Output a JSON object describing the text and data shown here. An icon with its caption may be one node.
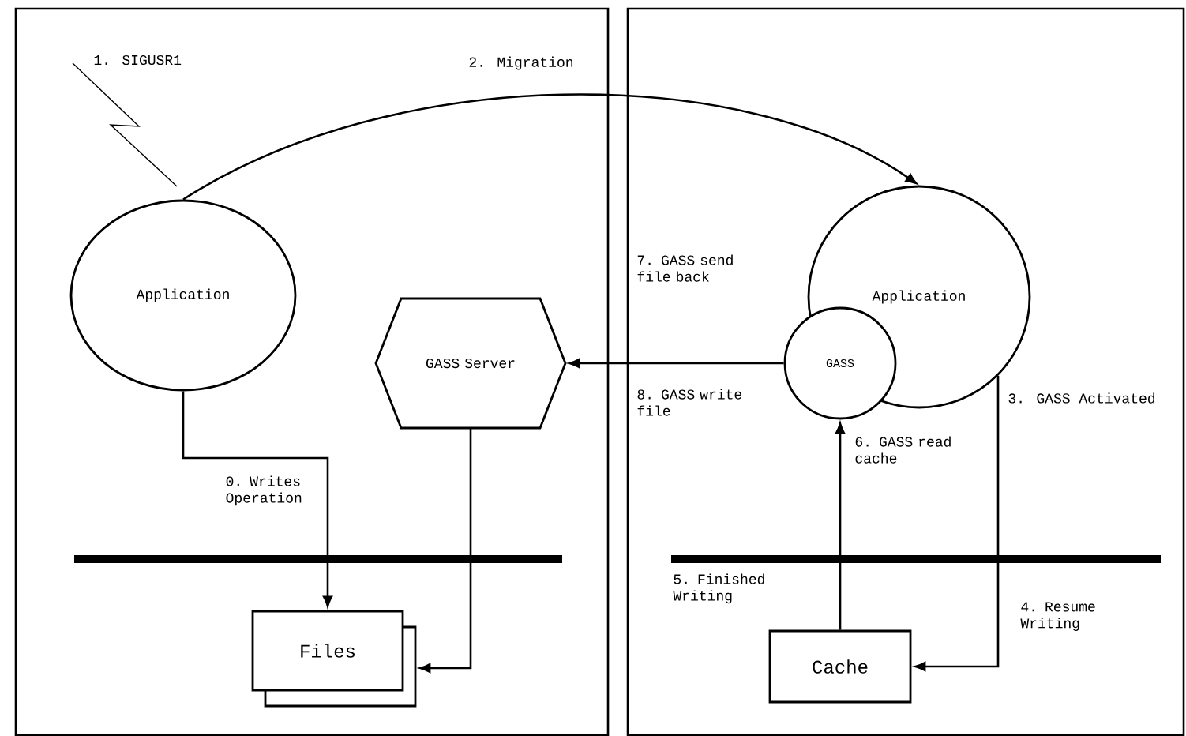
{
  "diagram": {
    "nodes": [
      {
        "text": [],
        "shape": "box"
      },
      {
        "text": [],
        "shape": "box"
      },
      {
        "text": [
          "Application"
        ],
        "in": 0
      },
      {
        "text": [
          "GASS Server"
        ],
        "in": 0
      },
      {
        "text": [
          "Files"
        ],
        "in": 0
      },
      {
        "text": [
          "Application"
        ],
        "in": 1
      },
      {
        "text": [
          "GASS"
        ],
        "in": 1
      },
      {
        "text": [
          "Cache"
        ],
        "in": 1
      }
    ],
    "edges": [
      {
        "from": 2,
        "to": 5,
        "arrow": "to",
        "label": "2. Migration"
      },
      {
        "from": 2,
        "to": 4,
        "arrow": "to",
        "label": "0. Writes Operation"
      },
      {
        "from": 6,
        "to": 3,
        "arrow": "to",
        "label": "8. GASS write file"
      },
      {
        "from": 5,
        "to": 7,
        "arrow": "to",
        "label": "4. Resume Writing"
      },
      {
        "from": 7,
        "to": 6,
        "arrow": "to",
        "label": "6. GASS read cache"
      },
      {
        "from": 3,
        "to": 4,
        "arrow": "to"
      }
    ],
    "labels": [
      "1. SIGUSR1",
      "7. GASS send file back",
      "3. GASS Activated",
      "5. Finished Writing"
    ]
  }
}
